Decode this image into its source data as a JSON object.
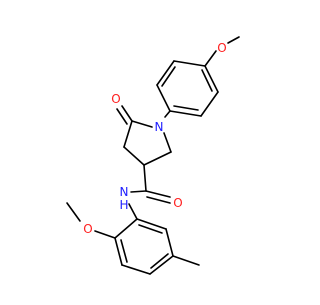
{
  "molecule": {
    "atoms": [
      {
        "id": "o_top",
        "label": "O",
        "color": "#ff2020"
      },
      {
        "id": "n_ring",
        "label": "N",
        "color": "#2020ff"
      },
      {
        "id": "o_ketone",
        "label": "O",
        "color": "#ff2020"
      },
      {
        "id": "o_amide",
        "label": "O",
        "color": "#ff2020"
      },
      {
        "id": "nh_amide",
        "label": "N",
        "sub": "H",
        "color": "#2020ff"
      },
      {
        "id": "o_methoxy2",
        "label": "O",
        "color": "#ff2020"
      }
    ],
    "colors": {
      "bond": "#000000",
      "oxygen": "#ff2020",
      "nitrogen": "#2020ff",
      "background": "#ffffff"
    }
  }
}
